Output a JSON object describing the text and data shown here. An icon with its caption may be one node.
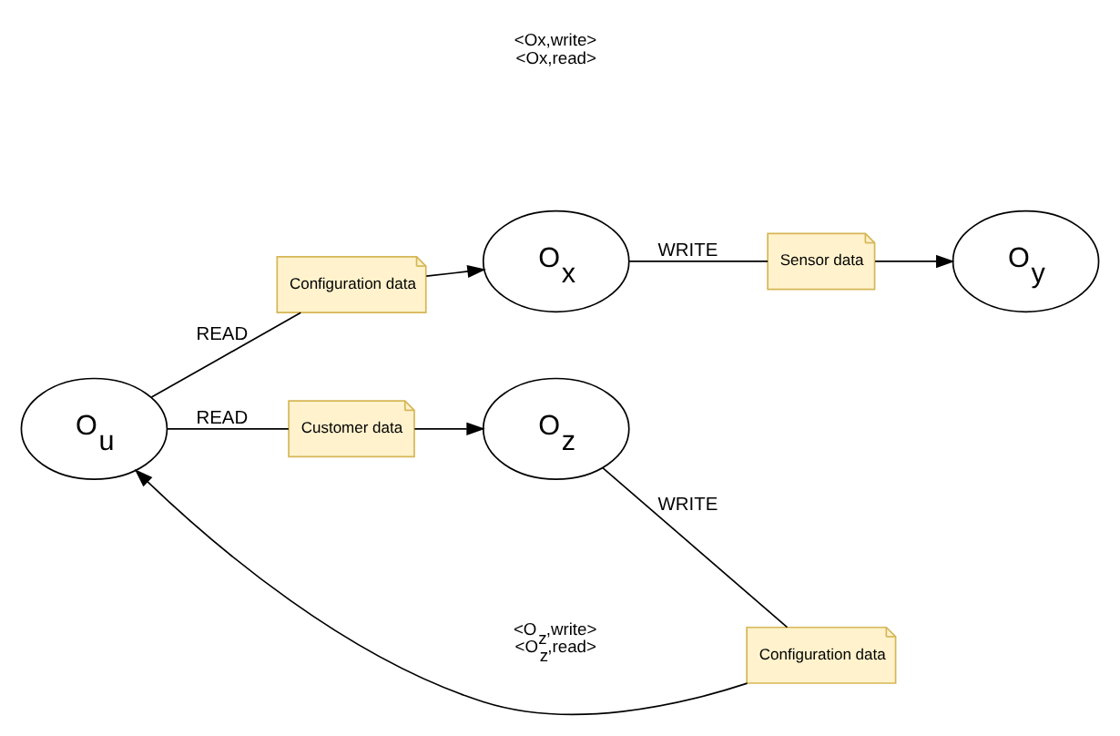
{
  "diagram": {
    "nodes": [
      {
        "text": [
          "O$_{x}$"
        ],
        "beside": [
          "<Ox,write>",
          "<Ox,read>"
        ]
      },
      {
        "text": [
          "Sensor data"
        ]
      },
      {
        "text": [
          "O$_{y}$"
        ]
      },
      {
        "text": [
          "Configuration data"
        ]
      },
      {
        "text": [
          "O$_{u}$"
        ]
      },
      {
        "text": [
          "Configuration data"
        ]
      },
      {
        "text": [
          "O$_{z}$"
        ],
        "beside": [
          "<O$_{z}$,write>",
          "<O$_{z}$,read>"
        ]
      },
      {
        "text": [
          "Customer data"
        ]
      }
    ],
    "edges": [
      {
        "from": 0,
        "to": 1,
        "arrow": "none",
        "label": "WRITE"
      },
      {
        "from": 1,
        "to": 2,
        "arrow": "to"
      },
      {
        "from": 4,
        "to": 3,
        "arrow": "none",
        "label": "READ"
      },
      {
        "from": 3,
        "to": 0,
        "arrow": "to"
      },
      {
        "from": 6,
        "to": 5,
        "arrow": "none",
        "label": "WRITE"
      },
      {
        "from": 5,
        "to": 4,
        "arrow": "to"
      },
      {
        "from": 4,
        "to": 7,
        "arrow": "none",
        "label": "READ"
      },
      {
        "from": 7,
        "to": 6,
        "arrow": "to"
      }
    ]
  }
}
